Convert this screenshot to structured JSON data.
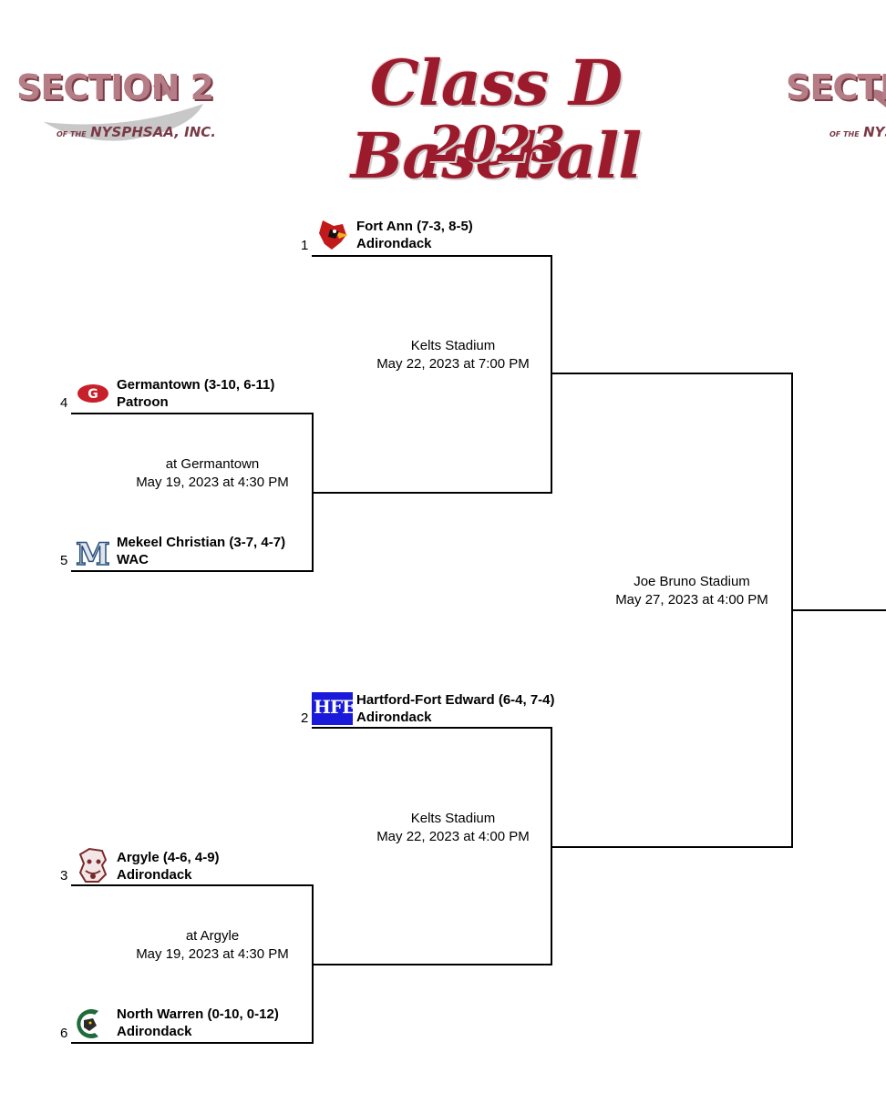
{
  "header": {
    "title": "Class D Baseball",
    "year": "2023",
    "section_logo_left": {
      "name": "SECTION 2",
      "sub_prefix": "OF THE",
      "sub": "NYSPHSAA, INC."
    },
    "section_logo_right": {
      "name": "SECTIO",
      "sub_prefix": "OF THE",
      "sub": "NYSP"
    }
  },
  "bracket": {
    "teams": [
      {
        "seed": "1",
        "name": "Fort Ann (7-3, 8-5)",
        "league": "Adirondack",
        "logo": "cardinal-icon"
      },
      {
        "seed": "4",
        "name": "Germantown (3-10, 6-11)",
        "league": "Patroon",
        "logo": "g-icon"
      },
      {
        "seed": "5",
        "name": "Mekeel Christian (3-7, 4-7)",
        "league": "WAC",
        "logo": "m-icon"
      },
      {
        "seed": "2",
        "name": "Hartford-Fort Edward (6-4, 7-4)",
        "league": "Adirondack",
        "logo": "hfe-icon"
      },
      {
        "seed": "3",
        "name": "Argyle (4-6, 4-9)",
        "league": "Adirondack",
        "logo": "scot-icon"
      },
      {
        "seed": "6",
        "name": "North Warren (0-10, 0-12)",
        "league": "Adirondack",
        "logo": "cougar-icon"
      }
    ],
    "games": [
      {
        "venue": "at Germantown",
        "when": "May 19, 2023 at 4:30 PM"
      },
      {
        "venue": "Kelts Stadium",
        "when": "May 22, 2023 at 7:00 PM"
      },
      {
        "venue": "at Argyle",
        "when": "May 19, 2023 at 4:30 PM"
      },
      {
        "venue": "Kelts Stadium",
        "when": "May 22, 2023 at 4:00 PM"
      },
      {
        "venue": "Joe Bruno Stadium",
        "when": "May 27, 2023 at 4:00 PM"
      }
    ],
    "logo_text": {
      "hfe": "HFE",
      "mekeel": "M",
      "germantown": "G"
    }
  },
  "colors": {
    "title": "#9b1b2c",
    "hfe_blue": "#1a1adb",
    "germantown_red": "#c8202a",
    "mekeel_blue": "#2a4f7c",
    "north_warren_green": "#1f6b3a",
    "cardinal_red": "#c21a1a"
  }
}
